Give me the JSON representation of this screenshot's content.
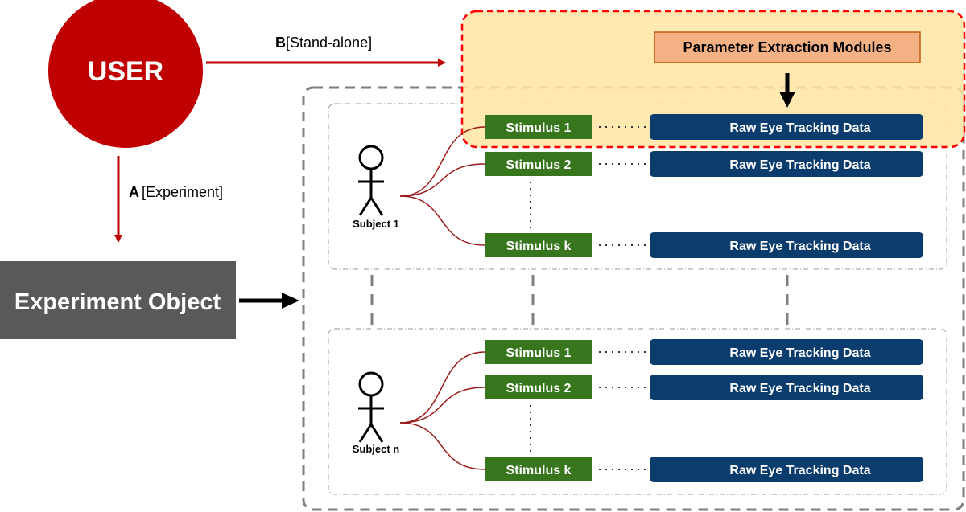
{
  "user": {
    "label": "USER"
  },
  "paths": {
    "a": {
      "letter": "A",
      "text": "[Experiment]"
    },
    "b": {
      "letter": "B",
      "text": "[Stand-alone]"
    }
  },
  "experiment_object": {
    "label": "Experiment Object"
  },
  "parameter_extraction": {
    "label": "Parameter Extraction Modules"
  },
  "subjects": [
    {
      "name": "Subject 1",
      "rows": [
        {
          "stimulus": "Stimulus 1",
          "data": "Raw Eye Tracking Data"
        },
        {
          "stimulus": "Stimulus 2",
          "data": "Raw Eye Tracking Data"
        },
        {
          "stimulus": "Stimulus k",
          "data": "Raw Eye Tracking Data"
        }
      ]
    },
    {
      "name": "Subject n",
      "rows": [
        {
          "stimulus": "Stimulus 1",
          "data": "Raw Eye Tracking Data"
        },
        {
          "stimulus": "Stimulus 2",
          "data": "Raw Eye Tracking Data"
        },
        {
          "stimulus": "Stimulus k",
          "data": "Raw Eye Tracking Data"
        }
      ]
    }
  ],
  "colors": {
    "user_red": "#c00000",
    "arrow_red": "#c00000",
    "exp_object_gray": "#595959",
    "stimulus_green": "#38761d",
    "data_navy": "#0b3c6e",
    "param_orange": "#f4b183",
    "highlight_yellow": "#ffe5a3",
    "highlight_border": "#ff0000",
    "outer_dash": "#7f7f7f",
    "branch_line": "#9b1c1c"
  }
}
